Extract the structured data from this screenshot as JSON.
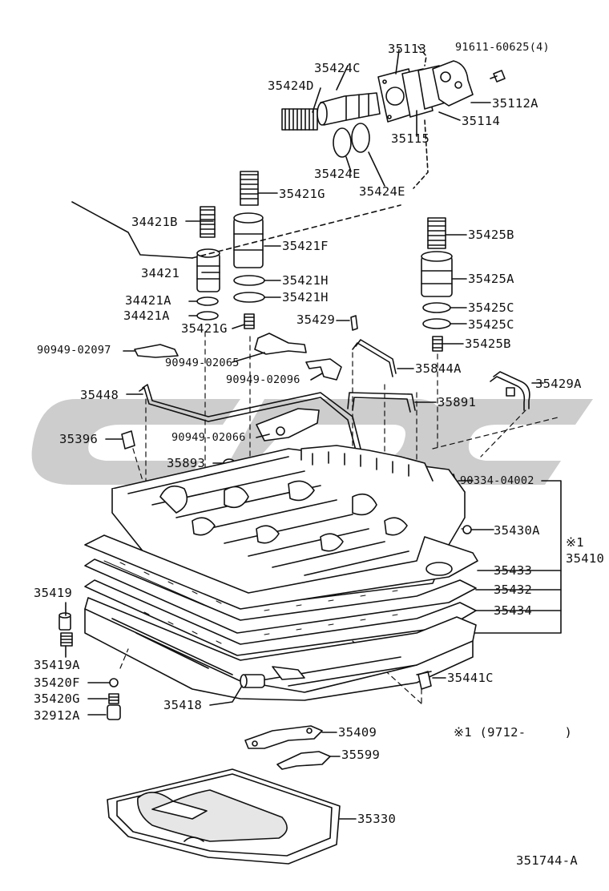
{
  "watermark": {
    "text": "cdc",
    "color": "#c8c8c8"
  },
  "colors": {
    "ink": "#111111",
    "part_fill": "#ffffff",
    "shade": "#e6e6e6"
  },
  "labels": {
    "p35113": "35113",
    "p91611": "91611-60625(4)",
    "p35424C": "35424C",
    "p35424D": "35424D",
    "p35112A": "35112A",
    "p35114": "35114",
    "p35115": "35115",
    "p35424E_1": "35424E",
    "p35424E_2": "35424E",
    "p35421G": "35421G",
    "p34421B": "34421B",
    "p35421F": "35421F",
    "p35425B_1": "35425B",
    "p34421": "34421",
    "p35425A": "35425A",
    "p35421H_1": "35421H",
    "p35421H_2": "35421H",
    "p34421A_1": "34421A",
    "p34421A_2": "34421A",
    "p35425C_1": "35425C",
    "p35425C_2": "35425C",
    "p35429": "35429",
    "p35421G_2": "35421G",
    "p35425B_2": "35425B",
    "p90949_02097": "90949-02097",
    "p90949_02065": "90949-02065",
    "p35844A": "35844A",
    "p90949_02096": "90949-02096",
    "p35429A": "35429A",
    "p35448": "35448",
    "p35891": "35891",
    "p35396": "35396",
    "p90949_02066": "90949-02066",
    "p35893": "35893",
    "p90334": "90334-04002",
    "p35430A": "35430A",
    "note_mark": "※1",
    "p35410": "35410",
    "p35433": "35433",
    "p35419": "35419",
    "p35432": "35432",
    "p35434": "35434",
    "p35419A": "35419A",
    "p35420F": "35420F",
    "p35441C": "35441C",
    "p35420G": "35420G",
    "p35418": "35418",
    "p32912A": "32912A",
    "p35409": "35409",
    "note_text": "※1 (9712-     )",
    "p35599": "35599",
    "p35330": "35330",
    "diagram_id": "351744-A"
  }
}
